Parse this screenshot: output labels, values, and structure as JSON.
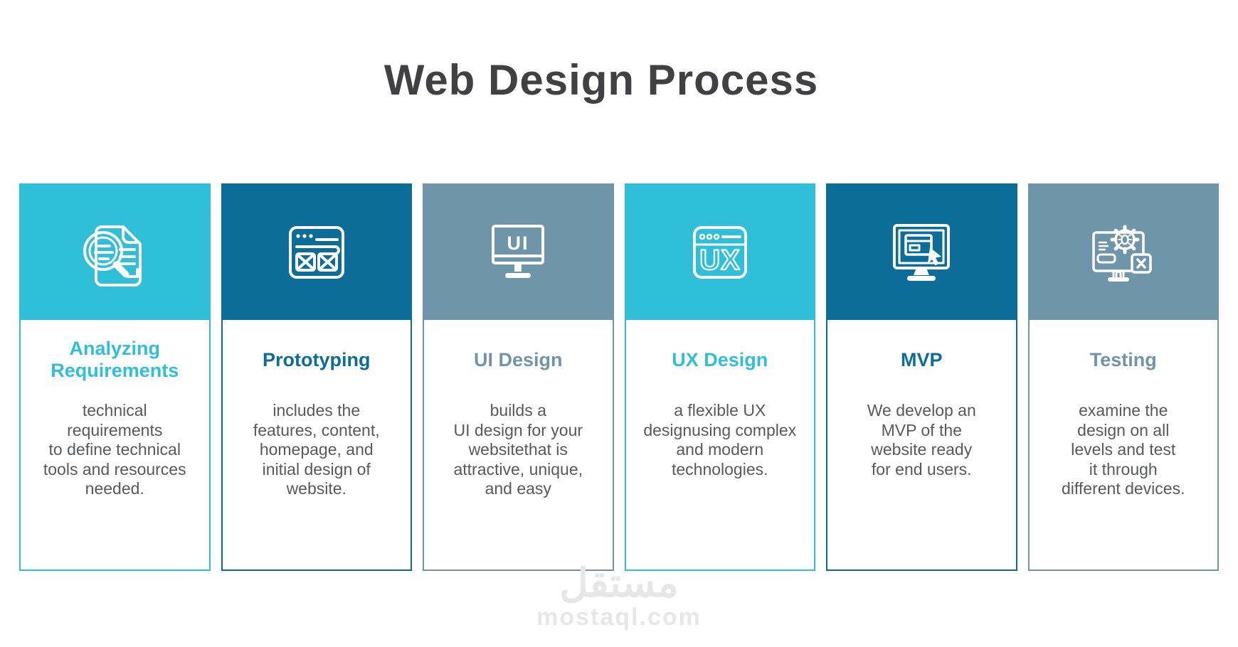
{
  "page": {
    "title": "Web Design Process",
    "watermark": {
      "logo": "مستقل",
      "domain": "mostaql.com"
    }
  },
  "colors": {
    "cyan": "#2FBFD9",
    "dark_blue": "#0B6D98",
    "slate_blue": "#6F95A9",
    "heading_text": "#414042",
    "body_text": "#58595B",
    "watermark": "#E7E7E7"
  },
  "cards": [
    {
      "title": "Analyzing\nRequirements",
      "description": "technical\nrequirements\nto define technical\ntools and resources\nneeded.",
      "icon": "document-magnifier-icon",
      "accent": "#2FBFD9"
    },
    {
      "title": "Prototyping",
      "description": "includes the\nfeatures, content,\nhomepage, and\ninitial design of\nwebsite.",
      "icon": "browser-wireframe-icon",
      "accent": "#0B6D98"
    },
    {
      "title": "UI Design",
      "description": "builds a\nUI design for your\nwebsitethat is\nattractive, unique,\nand easy",
      "icon": "ui-monitor-icon",
      "accent": "#6F95A9"
    },
    {
      "title": "UX Design",
      "description": "a flexible UX\ndesignusing complex\nand modern\ntechnologies.",
      "icon": "ux-browser-icon",
      "accent": "#2FBFD9"
    },
    {
      "title": "MVP",
      "description": "We develop an\nMVP of the\nwebsite ready\nfor end users.",
      "icon": "mvp-monitor-cursor-icon",
      "accent": "#0B6D98"
    },
    {
      "title": "Testing",
      "description": "examine the\ndesign on all\nlevels and test\nit through\ndifferent devices.",
      "icon": "testing-gear-bug-icon",
      "accent": "#6F95A9"
    }
  ]
}
